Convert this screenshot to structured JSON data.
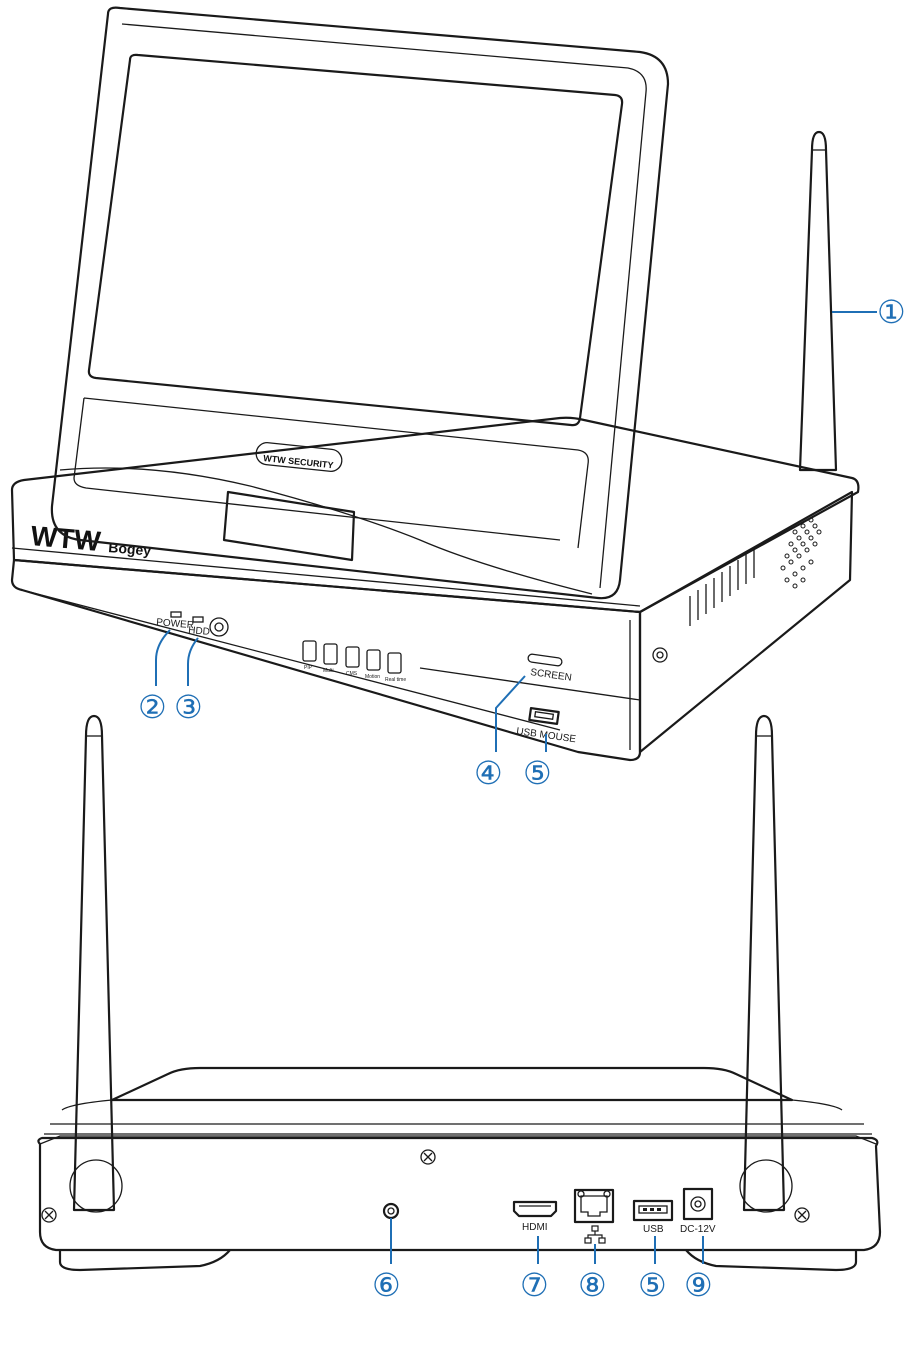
{
  "front_unit": {
    "brand_logo": "WTW",
    "model_name": "Bogey",
    "screen_badge": "WTW SECURITY",
    "indicators": {
      "power": "POWER",
      "hdd": "HDD"
    },
    "buttons": [
      "PIP",
      "Multi",
      "CMS",
      "Motion",
      "Real time"
    ],
    "screen_button": "SCREEN",
    "usb_mouse": "USB MOUSE"
  },
  "rear_unit": {
    "hdmi": "HDMI",
    "usb": "USB",
    "dc": "DC-12V"
  },
  "callouts": {
    "c1": "①",
    "c2": "②",
    "c3": "③",
    "c4": "④",
    "c5_front": "⑤",
    "c6": "⑥",
    "c7": "⑦",
    "c8": "⑧",
    "c5_rear": "⑤",
    "c9": "⑨"
  },
  "accent_color": "#1f6fb5"
}
